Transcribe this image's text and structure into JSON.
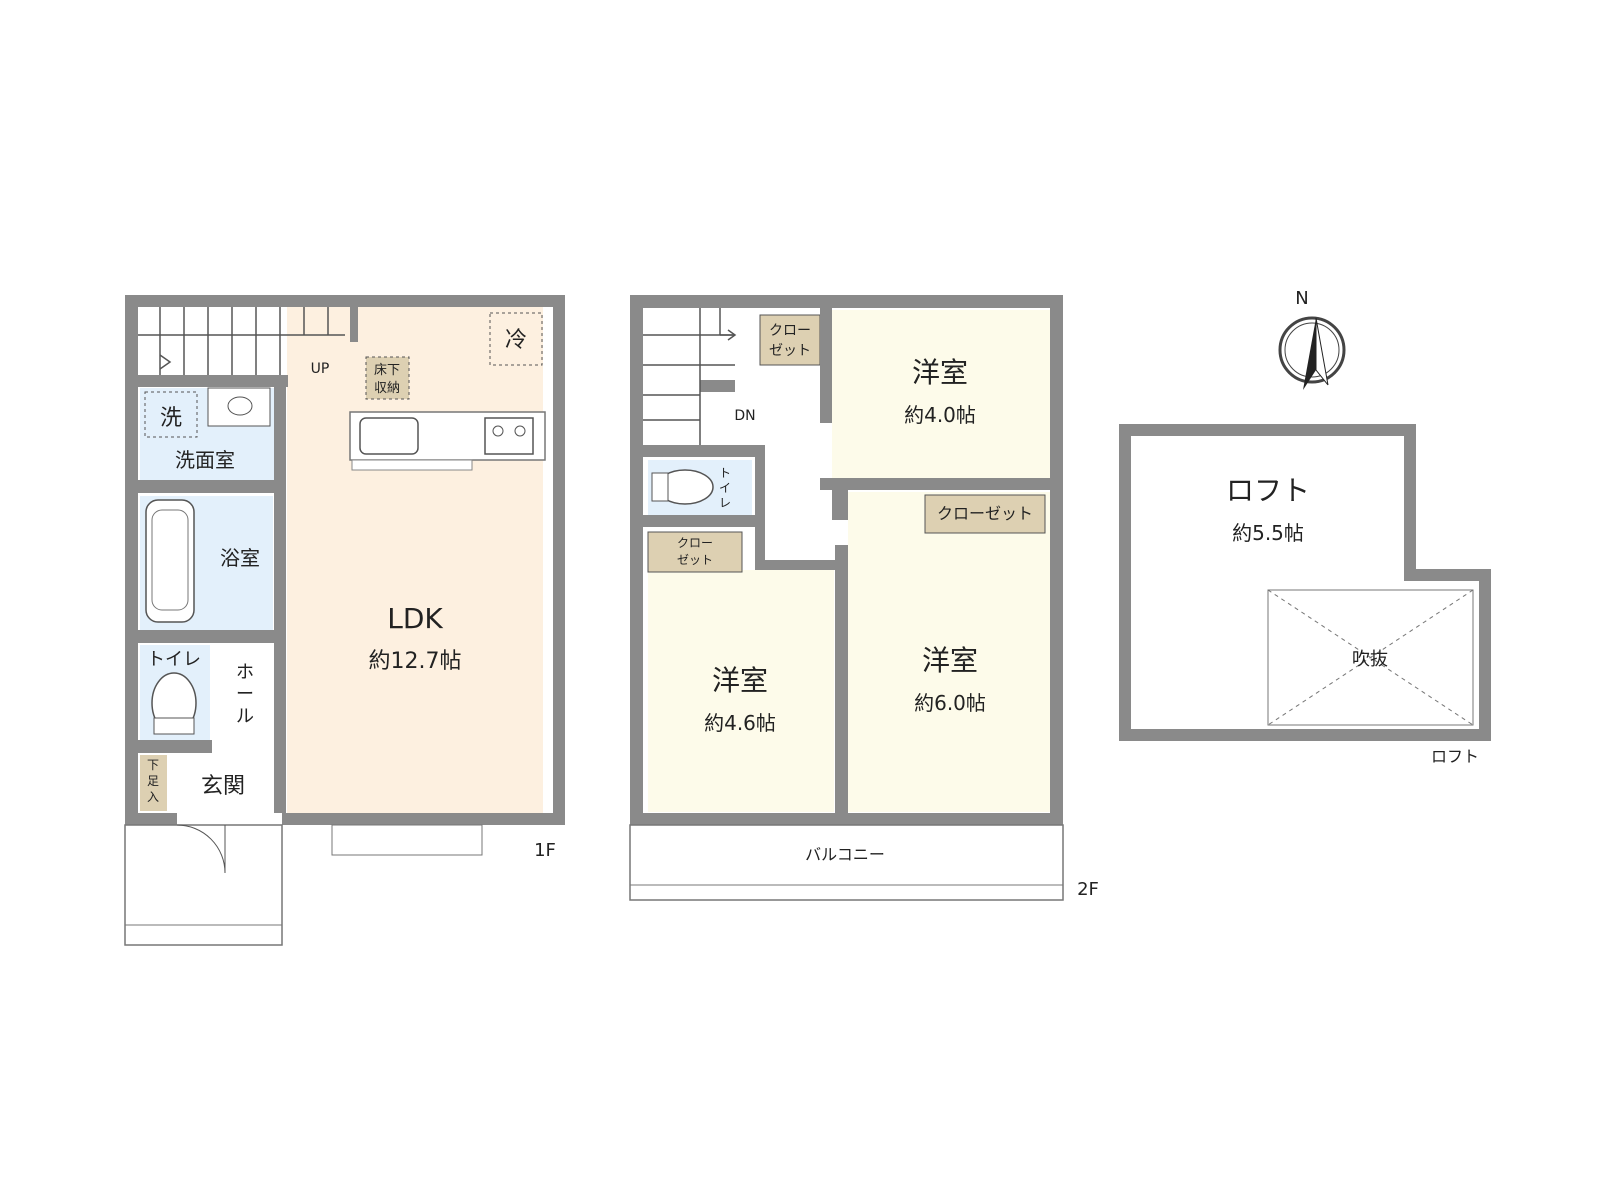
{
  "floor1": {
    "caption": "1F",
    "ldk_name": "LDK",
    "ldk_size": "約12.7帖",
    "bath": "浴室",
    "washroom": "洗面室",
    "laundry_mark": "洗",
    "fridge_mark": "冷",
    "underfloor_1": "床下",
    "underfloor_2": "収納",
    "toilet": "トイレ",
    "hall_1": "ホ",
    "hall_2": "ー",
    "hall_3": "ル",
    "entrance": "玄関",
    "shoe_1": "下",
    "shoe_2": "足",
    "shoe_3": "入",
    "stairs": "UP"
  },
  "floor2": {
    "caption": "2F",
    "bedroom_a_name": "洋室",
    "bedroom_a_size": "約4.0帖",
    "bedroom_b_name": "洋室",
    "bedroom_b_size": "約4.6帖",
    "bedroom_c_name": "洋室",
    "bedroom_c_size": "約6.0帖",
    "closet_a_1": "クロー",
    "closet_a_2": "ゼット",
    "closet_b_1": "クロー",
    "closet_b_2": "ゼット",
    "closet_c": "クローゼット",
    "toilet_1": "ト",
    "toilet_2": "イ",
    "toilet_3": "レ",
    "stairs": "DN",
    "balcony": "バルコニー"
  },
  "loft": {
    "caption": "ロフト",
    "name": "ロフト",
    "size": "約5.5帖",
    "void": "吹抜"
  },
  "compass": {
    "north": "N"
  },
  "colors": {
    "wall": "#8a8a8a",
    "ldk_floor": "#fdf0e0",
    "bedroom_floor": "#fdfbea",
    "wet_area": "#e3f0fb",
    "closet": "#ddd0b2",
    "loft_floor": "#ffffff"
  }
}
